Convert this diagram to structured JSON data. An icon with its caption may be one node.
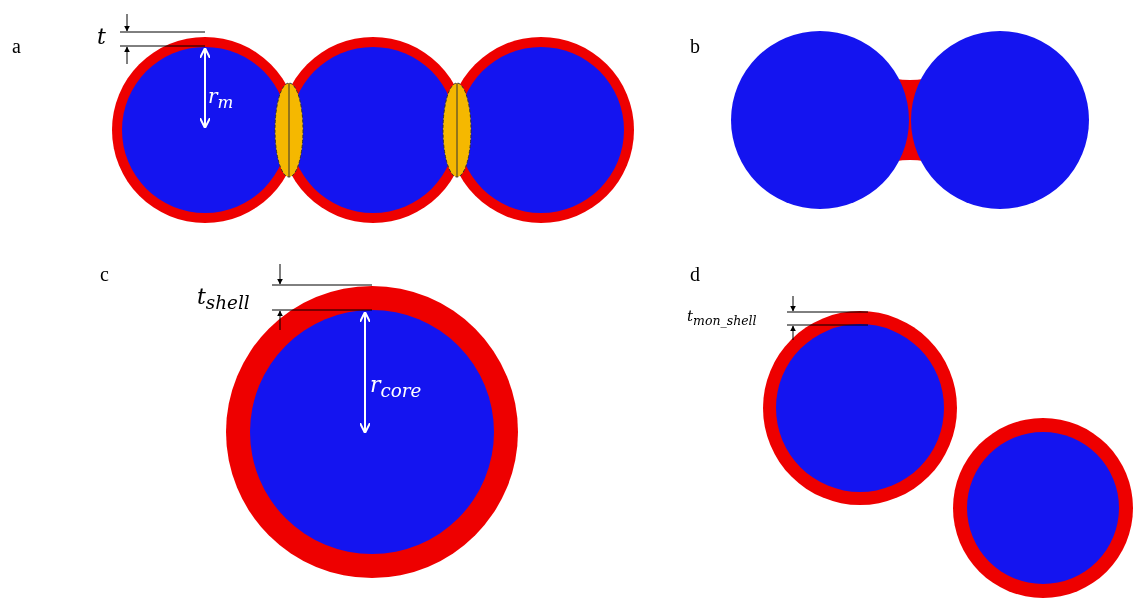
{
  "diagram": {
    "labels": [
      "a",
      "t",
      "r$_{m}$",
      "b",
      "c",
      "t$_{shell}$",
      "r$_{core}$",
      "d",
      "t$_{mon_shell}$"
    ]
  }
}
